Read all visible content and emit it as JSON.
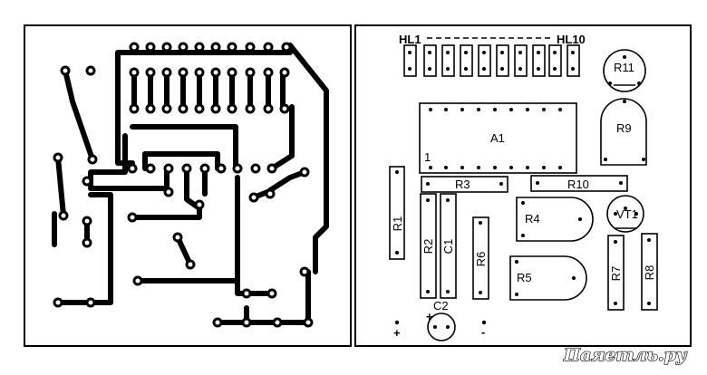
{
  "labels": {
    "hl1": "HL1",
    "hl10": "HL10",
    "r11": "R11",
    "r9": "R9",
    "a1": "A1",
    "pin1": "1",
    "r3": "R3",
    "r10": "R10",
    "r1": "R1",
    "r4": "R4",
    "vt1": "VT1",
    "r2": "R2",
    "c1": "C1",
    "r6": "R6",
    "r5": "R5",
    "r7": "R7",
    "r8": "R8",
    "c2": "C2",
    "plus": "+",
    "c2_plus": "+",
    "minus": "-"
  },
  "watermark": "Паяетль.ру",
  "colors": {
    "ink": "#000000",
    "paper": "#ffffff"
  }
}
